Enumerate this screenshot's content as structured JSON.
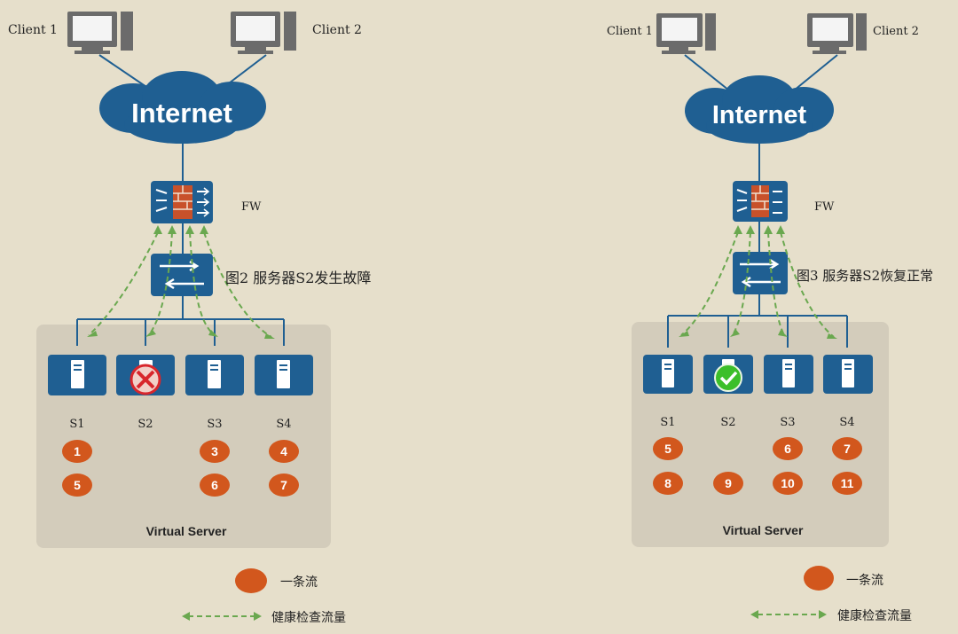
{
  "left_panel": {
    "client1": "Client 1",
    "client2": "Client 2",
    "cloud": "Internet",
    "fw": "FW",
    "caption": "图2 服务器S2发生故障",
    "servers": [
      {
        "label": "S1",
        "status": "ok",
        "flows": [
          "1",
          "5"
        ]
      },
      {
        "label": "S2",
        "status": "failed",
        "flows": []
      },
      {
        "label": "S3",
        "status": "ok",
        "flows": [
          "3",
          "6"
        ]
      },
      {
        "label": "S4",
        "status": "ok",
        "flows": [
          "4",
          "7"
        ]
      }
    ],
    "virtual_server": "Virtual Server",
    "legend_flow": "一条流",
    "legend_health": "健康检查流量"
  },
  "right_panel": {
    "client1": "Client 1",
    "client2": "Client 2",
    "cloud": "Internet",
    "fw": "FW",
    "caption": "图3 服务器S2恢复正常",
    "servers": [
      {
        "label": "S1",
        "status": "ok",
        "flows": [
          "5",
          "8"
        ]
      },
      {
        "label": "S2",
        "status": "recovered",
        "flows": [
          "9"
        ]
      },
      {
        "label": "S3",
        "status": "ok",
        "flows": [
          "6",
          "10"
        ]
      },
      {
        "label": "S4",
        "status": "ok",
        "flows": [
          "7",
          "11"
        ]
      }
    ],
    "virtual_server": "Virtual Server",
    "legend_flow": "一条流",
    "legend_health": "健康检查流量"
  },
  "colors": {
    "background": "#e6dfcb",
    "device_blue": "#1f5f92",
    "flow_orange": "#d2571d",
    "health_green": "#6aa84f",
    "fail_red": "#d8262c",
    "ok_green": "#3cbf2a"
  }
}
